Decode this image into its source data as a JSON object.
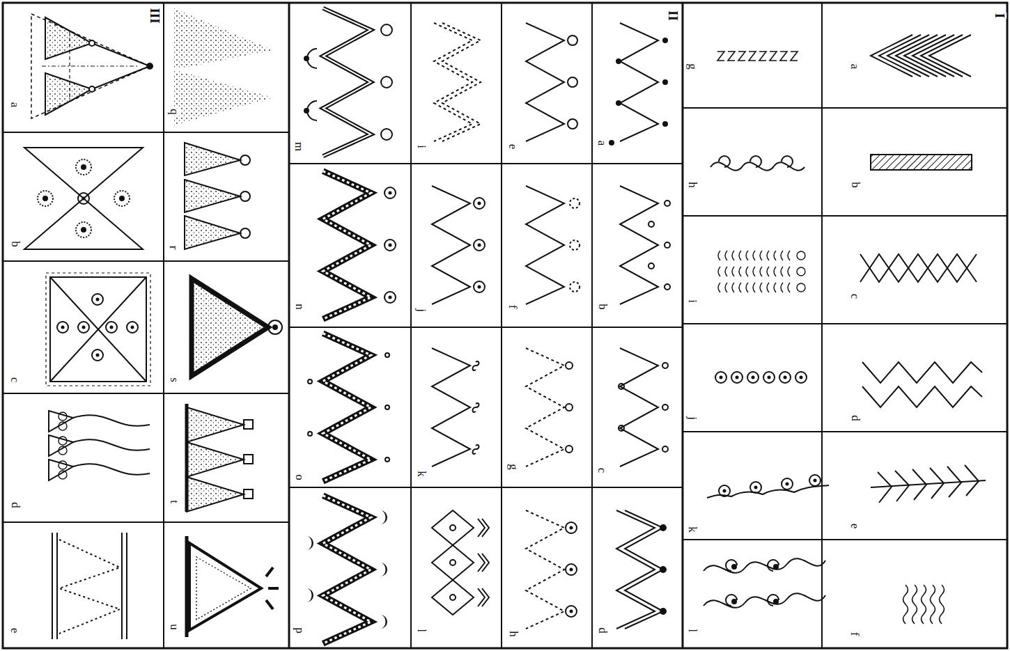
{
  "diagram": {
    "labels": [
      "I",
      "a",
      "b",
      "c",
      "d",
      "e",
      "f",
      "g",
      "h",
      "i",
      "j",
      "k",
      "l",
      "II",
      "a",
      "b",
      "c",
      "d",
      "e",
      "f",
      "g",
      "h",
      "i",
      "j",
      "k",
      "l",
      "m",
      "n",
      "o",
      "p",
      "III",
      "a",
      "b",
      "c",
      "d",
      "e",
      "q",
      "r",
      "s",
      "t",
      "u"
    ]
  }
}
